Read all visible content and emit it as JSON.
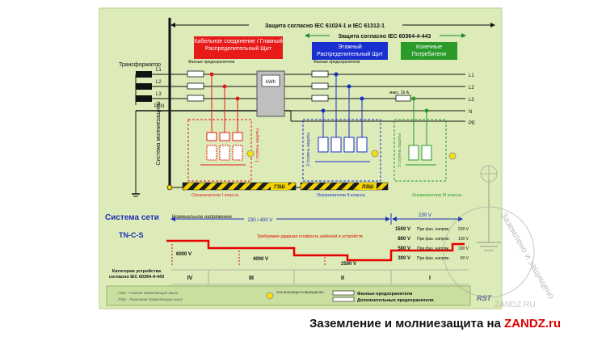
{
  "header": {
    "protection_main": "Защита согласно  IEC 61024-1 и  IEC 61312-1",
    "protection_sub": "Защита согласно IEC 60364-4-443"
  },
  "zones": {
    "red": "Кабельное соединение / Главный Распределительный Щит",
    "blue": "Этажный Распределительный Щит",
    "green": "Конечные Потребители"
  },
  "labels": {
    "transformer": "Трансформатор",
    "fuses_1": "Фазные предохранители",
    "fuses_2": "Фазные предохранители",
    "kwh": "kWh",
    "lightning_system": "Система молниезащиты",
    "stage1": "1 ступень защиты",
    "stage2": "2 ступень защиты",
    "stage3": "3 ступень защиты",
    "breaker": "макс. 16 А",
    "gzsh": "ГЗШ",
    "lzsh": "ЛЗШ",
    "limiter1": "Ограничители I класса",
    "limiter2": "Ограничители II класса",
    "limiter3": "Ограничители III класса"
  },
  "lines": {
    "l1": "L1",
    "l2": "L2",
    "l3": "L3",
    "pen": "PEN",
    "n": "N",
    "pe": "PE"
  },
  "lower": {
    "system_title": "Система сети",
    "system_type": "TN-C-S",
    "nominal": "Номинальное напряжение",
    "v230_400": "230 / 400 V",
    "v230": "230 V",
    "impulse_note": "Требуемая ударная стойкость кабелей и устройств",
    "v6000": "6000 V",
    "v4000": "4000 V",
    "v2500": "2500 V",
    "category": "Категория устройства согласно IEC 60364-4-443",
    "cat_iv": "IV",
    "cat_iii": "III",
    "cat_ii": "II",
    "cat_i": "I"
  },
  "table": [
    {
      "v": "1500 V",
      "t": "При фаз. напряж.",
      "u": "230 V"
    },
    {
      "v": "800 V",
      "t": "При фаз. напряж.",
      "u": "100 V"
    },
    {
      "v": "500 V",
      "t": "При фаз. напряж.",
      "u": "100 V"
    },
    {
      "v": "300 V",
      "t": "При фаз. напряж.",
      "u": "50 V"
    }
  ],
  "legend": {
    "gzsh_text": "ГЗШ - Главная Заземляющая Шина",
    "lzsh_text": "ЛЗШ - Локальная Заземляющая шина",
    "signal": "Сигнализация повреждения",
    "phase_fuses": "Фазные предохранители",
    "extra_fuses": "Дополнительные предохранители",
    "logo": "RST"
  },
  "watermark": {
    "text1": "Заземлено и защищено",
    "text2": "ZANDZ.RU"
  },
  "footer": {
    "text": "Заземление и молниезащита на ",
    "brand": "ZANDZ.ru"
  },
  "colors": {
    "background": "#dcebb7",
    "red_zone": "#e81b1b",
    "blue_zone": "#1a2fd0",
    "green_zone": "#2a9a2a",
    "stepped_curve": "#e60000",
    "title_blue": "#1f2fb8",
    "arrow_green": "#1d8b2a"
  }
}
